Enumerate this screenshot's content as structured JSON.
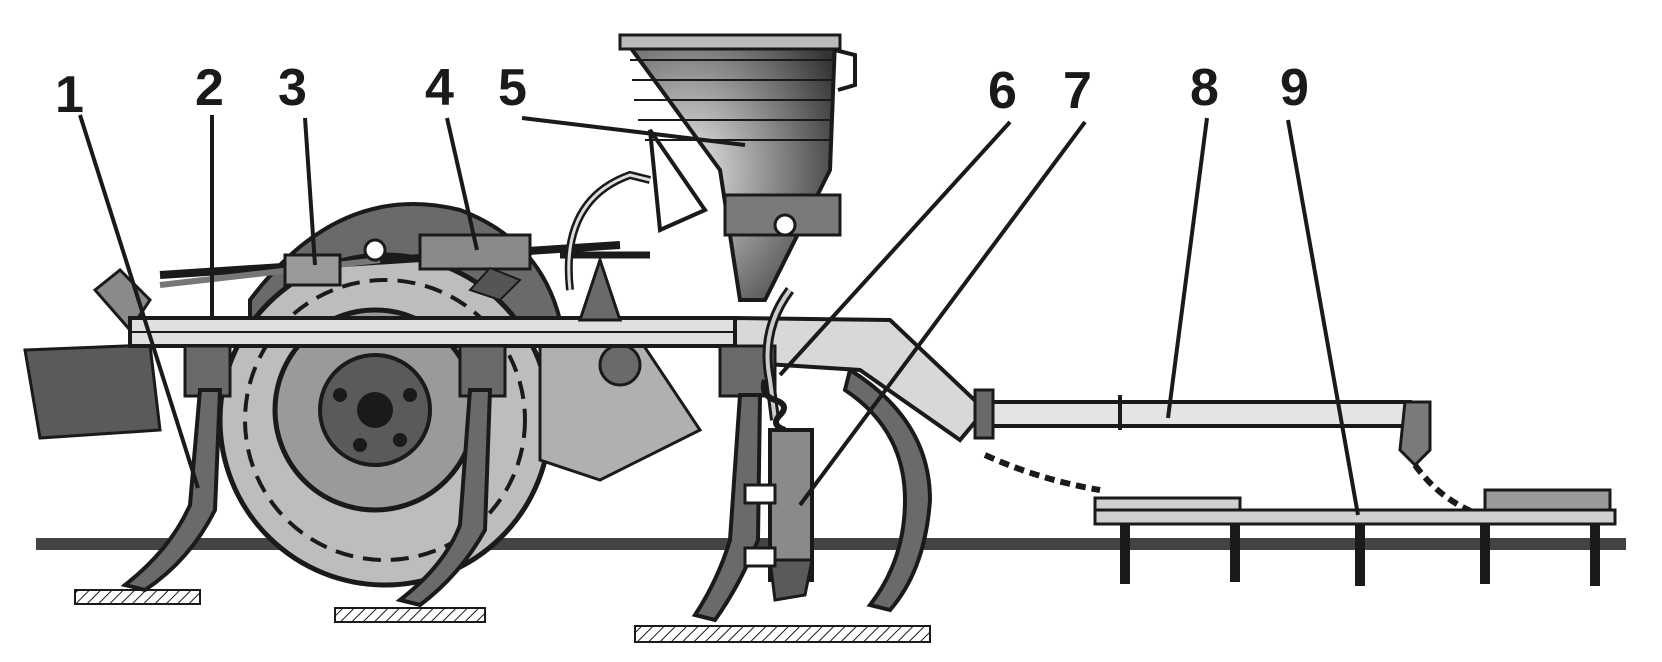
{
  "labels": [
    "1",
    "2",
    "3",
    "4",
    "5",
    "6",
    "7",
    "8",
    "9"
  ],
  "colors": {
    "ink": "#1a1a1a",
    "shade": "#7a7a7a",
    "light": "#d4d4d4",
    "paper": "#ffffff"
  }
}
